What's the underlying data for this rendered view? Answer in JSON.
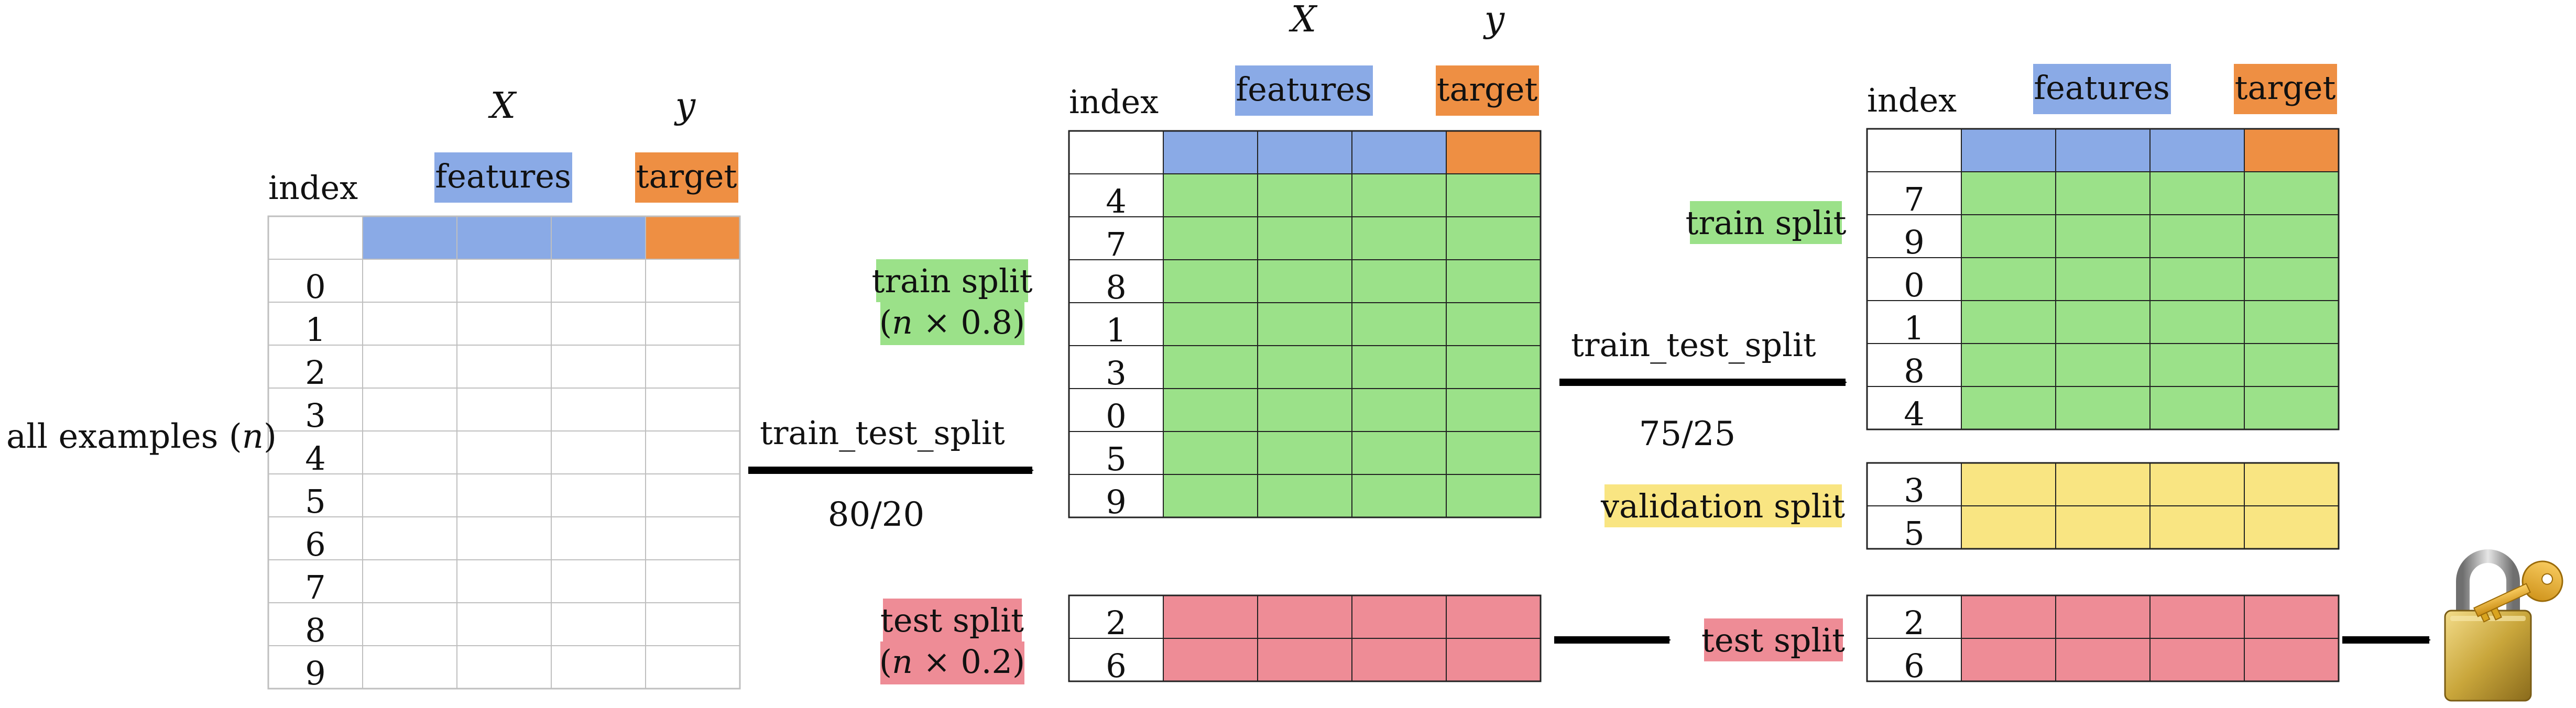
{
  "colors": {
    "features": "#8aaae6",
    "target": "#ee8f43",
    "train": "#9be189",
    "validation": "#f9e582",
    "test": "#ee8c96",
    "grid_light": "#bfbfbf",
    "grid_dark": "#222222"
  },
  "label_fills": {
    "features": "#8aaae6",
    "target": "#ee8f43",
    "train": "#9be189",
    "validation": "#f9e582",
    "test": "#ee8c96"
  },
  "headers": {
    "x": "X",
    "y": "y",
    "index": "index",
    "features": "features",
    "target": "target"
  },
  "all_examples": {
    "label": "all examples (",
    "n": "n",
    "close": ")",
    "indices": [
      "0",
      "1",
      "2",
      "3",
      "4",
      "5",
      "6",
      "7",
      "8",
      "9"
    ]
  },
  "split1": {
    "function": "train_test_split",
    "ratio": "80/20",
    "train_label": "train split",
    "train_formula": [
      "(",
      "n",
      " × 0.8)"
    ],
    "train_indices": [
      "4",
      "7",
      "8",
      "1",
      "3",
      "0",
      "5",
      "9"
    ],
    "test_label": "test split",
    "test_formula": [
      "(",
      "n",
      " × 0.2)"
    ],
    "test_indices": [
      "2",
      "6"
    ]
  },
  "split2": {
    "function": "train_test_split",
    "ratio": "75/25",
    "train_label": "train split",
    "train_indices": [
      "7",
      "9",
      "0",
      "1",
      "8",
      "4"
    ],
    "validation_label": "validation split",
    "validation_indices": [
      "3",
      "5"
    ],
    "test_label": "test split",
    "test_indices": [
      "2",
      "6"
    ]
  },
  "icons": {
    "arrow": "arrow-right-icon",
    "lock": "padlock-key-icon"
  }
}
